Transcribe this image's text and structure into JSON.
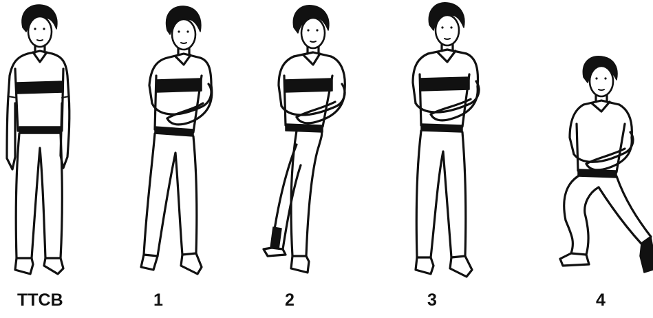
{
  "captions": {
    "start": "TTCB",
    "step1": "1",
    "step2": "2",
    "step3": "3",
    "step4": "4"
  },
  "colors": {
    "ink": "#111111",
    "paper": "#ffffff"
  }
}
